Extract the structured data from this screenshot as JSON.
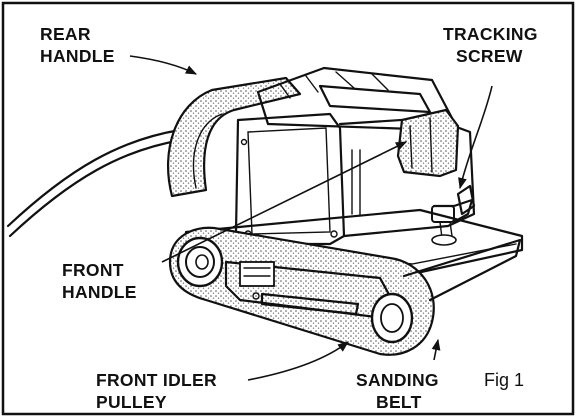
{
  "labels": {
    "rear_handle_1": "REAR",
    "rear_handle_2": "HANDLE",
    "tracking_screw_1": "TRACKING",
    "tracking_screw_2": "SCREW",
    "front_handle_1": "FRONT",
    "front_handle_2": "HANDLE",
    "front_idler_pulley_1": "FRONT IDLER",
    "front_idler_pulley_2": "PULLEY",
    "sanding_belt_1": "SANDING",
    "sanding_belt_2": "BELT",
    "fig": "Fig 1"
  },
  "colors": {
    "ink": "#111111",
    "paper": "#ffffff",
    "stipple": "#8a8a8a"
  }
}
